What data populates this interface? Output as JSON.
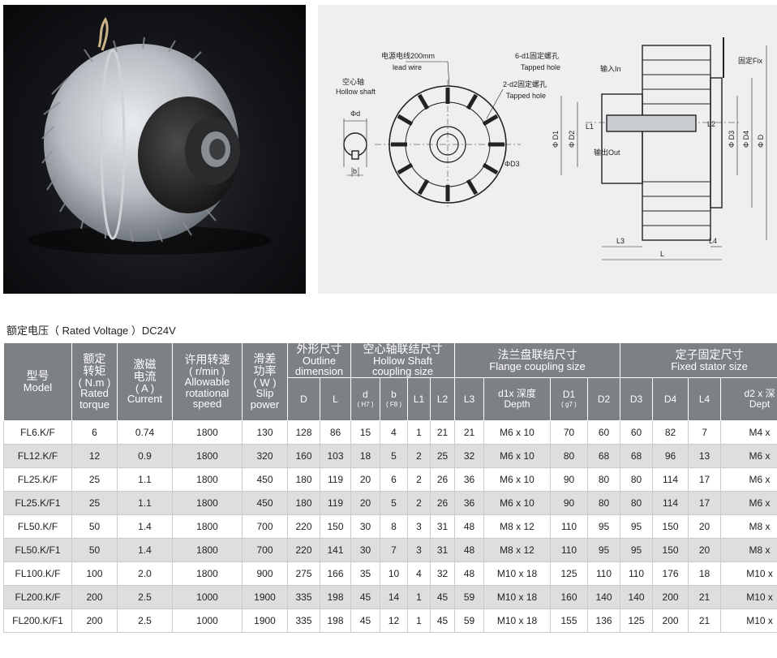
{
  "drawing": {
    "lead_wire_cn": "电源电线200mm",
    "lead_wire_en": "lead wire",
    "hollow_shaft_cn": "空心轴",
    "hollow_shaft_en": "Hollow shaft",
    "phi_d": "Φd",
    "b": "b",
    "d1_hole_cn": "6-d1固定螺孔",
    "d1_hole_en": "Tapped hole",
    "d2_hole_cn": "2-d2固定螺孔",
    "d2_hole_en": "Tapped hole",
    "d3": "ΦD3",
    "input_label": "输入In",
    "output_label": "输出Out",
    "fix_label": "固定Fix",
    "dim_d1": "Φ D1",
    "dim_d2": "Φ D2",
    "dim_d3": "Φ D3",
    "dim_d4": "Φ D4",
    "dim_d": "Φ D",
    "dim_l1": "L1",
    "dim_l2": "L2",
    "dim_l3": "L3",
    "dim_l4": "L4",
    "dim_l": "L"
  },
  "caption": "额定电压（ Rated Voltage ）DC24V",
  "table": {
    "head": {
      "model_cn": "型号",
      "model_en": "Model",
      "torque_cn1": "额定",
      "torque_cn2": "转矩",
      "torque_unit": "( N.m )",
      "torque_en1": "Rated",
      "torque_en2": "torque",
      "current_cn1": "激磁",
      "current_cn2": "电流",
      "current_unit": "( A )",
      "current_en": "Current",
      "speed_cn": "许用转速",
      "speed_unit": "( r/min )",
      "speed_en1": "Allowable",
      "speed_en2": "rotational",
      "speed_en3": "speed",
      "slip_cn1": "滑差",
      "slip_cn2": "功率",
      "slip_unit": "( W )",
      "slip_en1": "Slip",
      "slip_en2": "power",
      "outline_cn": "外形尺寸",
      "outline_en1": "Outline",
      "outline_en2": "dimension",
      "shaft_cn": "空心轴联结尺寸",
      "shaft_en1": "Hollow Shaft",
      "shaft_en2": "coupling size",
      "flange_cn": "法兰盘联结尺寸",
      "flange_en": "Flange coupling size",
      "stator_cn": "定子固定尺寸",
      "stator_en": "Fixed stator size",
      "D": "D",
      "L": "L",
      "d": "d",
      "d_tol": "( H7 )",
      "b": "b",
      "b_tol": "( F8 )",
      "L1": "L1",
      "L2": "L2",
      "L3": "L3",
      "d1_cn": "d1x 深度",
      "d1_en": "Depth",
      "D1": "D1",
      "D1_tol": "( g7 )",
      "D2": "D2",
      "D3": "D3",
      "D4": "D4",
      "L4": "L4",
      "d2_cn": "d2 x 深",
      "d2_en": "Dept"
    },
    "rows": [
      [
        "FL6.K/F",
        "6",
        "0.74",
        "1800",
        "130",
        "128",
        "86",
        "15",
        "4",
        "1",
        "21",
        "21",
        "M6 x 10",
        "70",
        "60",
        "60",
        "82",
        "7",
        "M4 x"
      ],
      [
        "FL12.K/F",
        "12",
        "0.9",
        "1800",
        "320",
        "160",
        "103",
        "18",
        "5",
        "2",
        "25",
        "32",
        "M6 x 10",
        "80",
        "68",
        "68",
        "96",
        "13",
        "M6 x"
      ],
      [
        "FL25.K/F",
        "25",
        "1.1",
        "1800",
        "450",
        "180",
        "119",
        "20",
        "6",
        "2",
        "26",
        "36",
        "M6 x 10",
        "90",
        "80",
        "80",
        "114",
        "17",
        "M6 x"
      ],
      [
        "FL25.K/F1",
        "25",
        "1.1",
        "1800",
        "450",
        "180",
        "119",
        "20",
        "5",
        "2",
        "26",
        "36",
        "M6 x 10",
        "90",
        "80",
        "80",
        "114",
        "17",
        "M6 x"
      ],
      [
        "FL50.K/F",
        "50",
        "1.4",
        "1800",
        "700",
        "220",
        "150",
        "30",
        "8",
        "3",
        "31",
        "48",
        "M8 x 12",
        "110",
        "95",
        "95",
        "150",
        "20",
        "M8 x"
      ],
      [
        "FL50.K/F1",
        "50",
        "1.4",
        "1800",
        "700",
        "220",
        "141",
        "30",
        "7",
        "3",
        "31",
        "48",
        "M8 x 12",
        "110",
        "95",
        "95",
        "150",
        "20",
        "M8 x"
      ],
      [
        "FL100.K/F",
        "100",
        "2.0",
        "1800",
        "900",
        "275",
        "166",
        "35",
        "10",
        "4",
        "32",
        "48",
        "M10 x 18",
        "125",
        "110",
        "110",
        "176",
        "18",
        "M10 x"
      ],
      [
        "FL200.K/F",
        "200",
        "2.5",
        "1000",
        "1900",
        "335",
        "198",
        "45",
        "14",
        "1",
        "45",
        "59",
        "M10 x 18",
        "160",
        "140",
        "140",
        "200",
        "21",
        "M10 x"
      ],
      [
        "FL200.K/F1",
        "200",
        "2.5",
        "1000",
        "1900",
        "335",
        "198",
        "45",
        "12",
        "1",
        "45",
        "59",
        "M10 x 18",
        "155",
        "136",
        "125",
        "200",
        "21",
        "M10 x"
      ]
    ]
  }
}
